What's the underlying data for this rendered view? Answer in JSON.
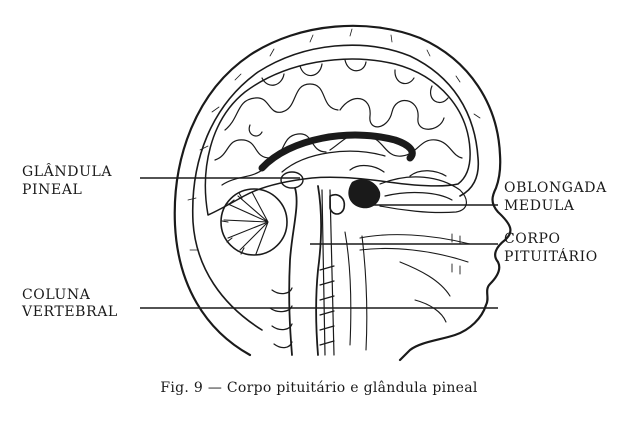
{
  "labels": {
    "glandula_pineal": [
      "GLÂNDULA",
      "PINEAL"
    ],
    "coluna_vertebral": [
      "COLUNA",
      "VERTEBRAL"
    ],
    "oblongada_medula": [
      "OBLONGADA",
      "MEDULA"
    ],
    "corpo_pituitario": [
      "CORPO",
      "PITUITÁRIO"
    ]
  },
  "caption": "Fig. 9 — Corpo pituitário e glândula pineal"
}
